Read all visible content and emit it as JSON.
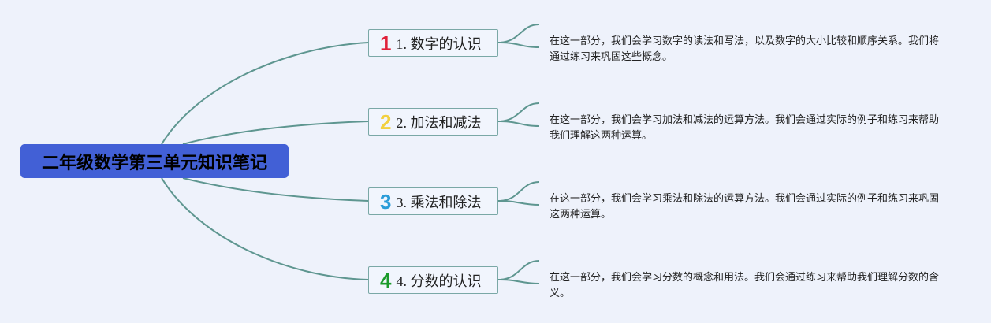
{
  "root": {
    "title": "二年级数学第三单元知识笔记"
  },
  "colors": {
    "root_fill": "#4260d6",
    "connector": "#5e9690",
    "topic_border": "#7aa8a6",
    "marker_1": "#e0203a",
    "marker_2": "#f2d040",
    "marker_3": "#2a9cd8",
    "marker_4": "#1a9a2a"
  },
  "topics": [
    {
      "marker": "1",
      "label": "1. 数字的认识",
      "description": "在这一部分，我们会学习数字的读法和写法，以及数字的大小比较和顺序关系。我们将通过练习来巩固这些概念。"
    },
    {
      "marker": "2",
      "label": "2. 加法和减法",
      "description": "在这一部分，我们会学习加法和减法的运算方法。我们会通过实际的例子和练习来帮助我们理解这两种运算。"
    },
    {
      "marker": "3",
      "label": "3. 乘法和除法",
      "description": "在这一部分，我们会学习乘法和除法的运算方法。我们会通过实际的例子和练习来巩固这两种运算。"
    },
    {
      "marker": "4",
      "label": "4. 分数的认识",
      "description": "在这一部分，我们会学习分数的概念和用法。我们会通过练习来帮助我们理解分数的含义。"
    }
  ]
}
